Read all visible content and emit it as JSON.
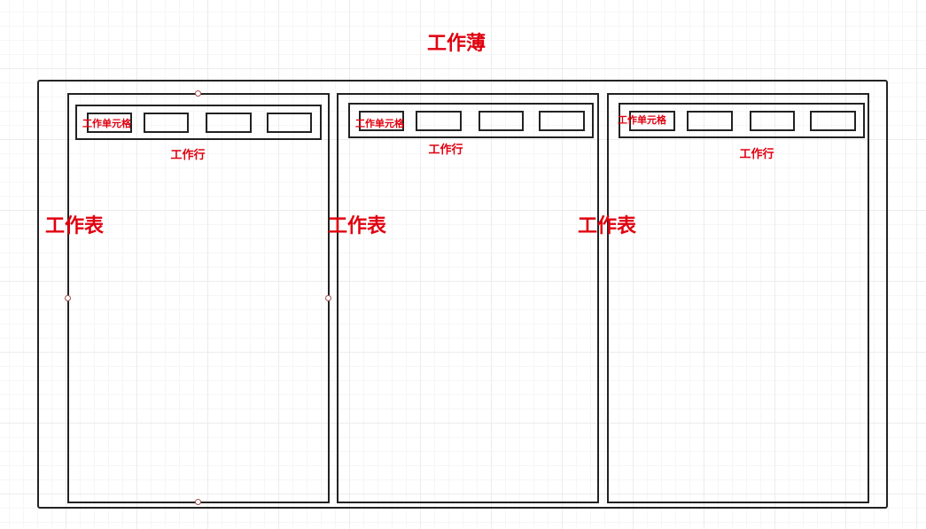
{
  "title": "工作薄",
  "colors": {
    "label": "#e0000f",
    "stroke": "#222222",
    "handle": "#a05050"
  },
  "sheets": [
    {
      "label": "工作表",
      "row_label": "工作行",
      "cell_label": "工作单元格"
    },
    {
      "label": "工作表",
      "row_label": "工作行",
      "cell_label": "工作单元格"
    },
    {
      "label": "工作表",
      "row_label": "工作行",
      "cell_label": "工作单元格"
    }
  ]
}
